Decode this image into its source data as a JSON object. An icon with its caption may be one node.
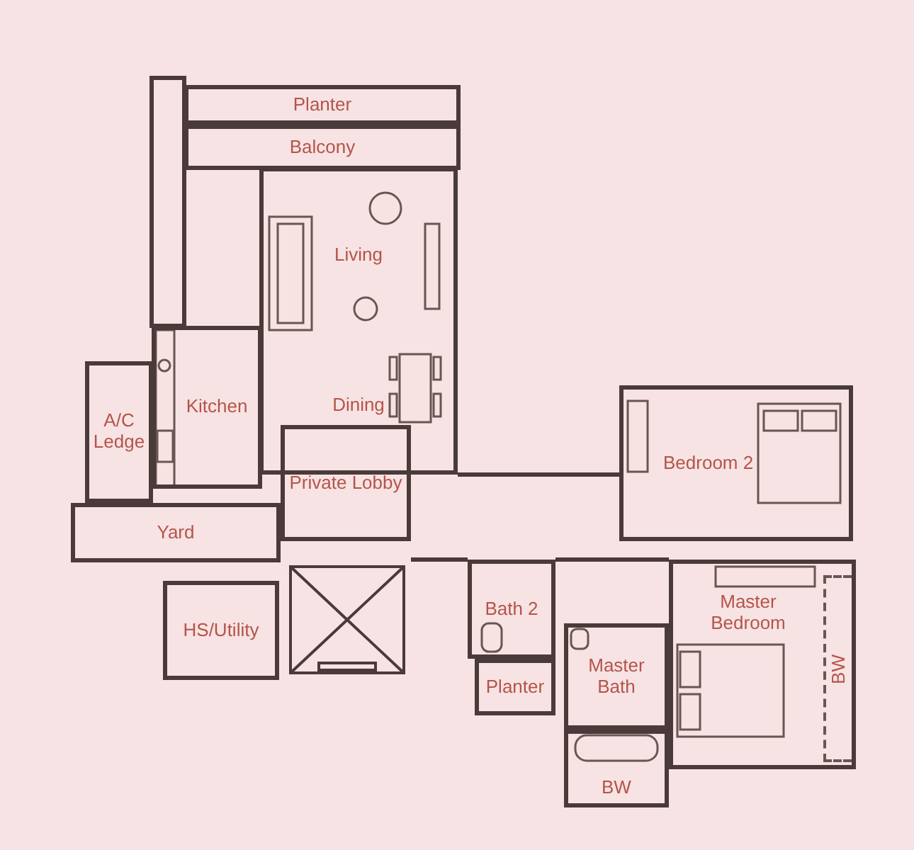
{
  "diagram": {
    "nodes": [
      {
        "text": [
          "Planter"
        ]
      },
      {
        "text": [
          "Balcony"
        ]
      },
      {
        "text": [
          "Living"
        ]
      },
      {
        "text": [
          "Dining"
        ]
      },
      {
        "text": [
          "Kitchen"
        ]
      },
      {
        "text": [
          "A/C Ledge"
        ]
      },
      {
        "text": [
          "Private Lobby"
        ]
      },
      {
        "text": [
          "Bedroom 2"
        ]
      },
      {
        "text": [
          "Yard"
        ]
      },
      {
        "text": [
          "HS/Utility"
        ]
      },
      {
        "text": [
          "Bath 2"
        ]
      },
      {
        "text": [
          "Master Bedroom"
        ]
      },
      {
        "text": [
          "BW"
        ],
        "in": 11
      },
      {
        "text": [
          "Planter"
        ]
      },
      {
        "text": [
          "Master Bath"
        ]
      },
      {
        "text": [
          "BW"
        ]
      }
    ]
  }
}
